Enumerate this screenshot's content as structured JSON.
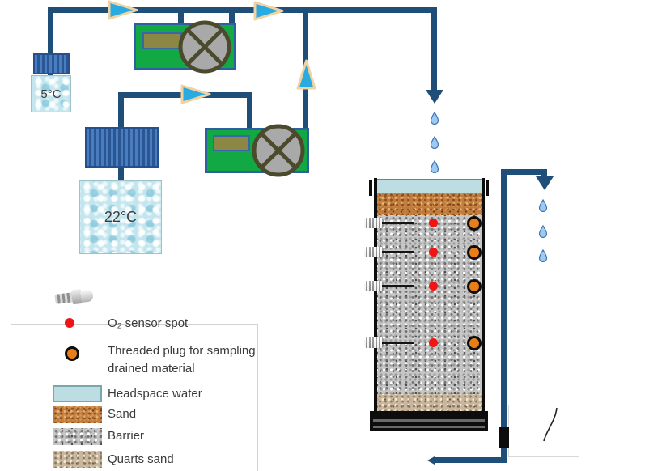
{
  "baths": {
    "cold_label": "5°C",
    "warm_label": "22°C"
  },
  "legend": {
    "o2_label": "O₂ sensor spot",
    "plug_label_line1": "Threaded plug for sampling",
    "plug_label_line2": "drained material",
    "headspace_label": "Headspace water",
    "sand_label": "Sand",
    "barrier_label": "Barrier",
    "quarts_label": "Quarts sand"
  },
  "counts": {
    "o2_sensor_spots": 4,
    "threaded_plugs": 4,
    "side_sampling_ports": 4,
    "inlet_droplets": 3,
    "outlet_droplets": 3,
    "pumps": 2
  },
  "colors": {
    "pipe": "#1f4e79",
    "arrow_fill": "#29abe2",
    "arrow_stroke": "#f2d2a0",
    "pump_green": "#12a843",
    "pump_border": "#2e5fa3",
    "display_olive": "#8d8746",
    "sensor_red": "#f01414",
    "plug_orange": "#e87e18",
    "headspace_blue": "#bcdde2"
  }
}
